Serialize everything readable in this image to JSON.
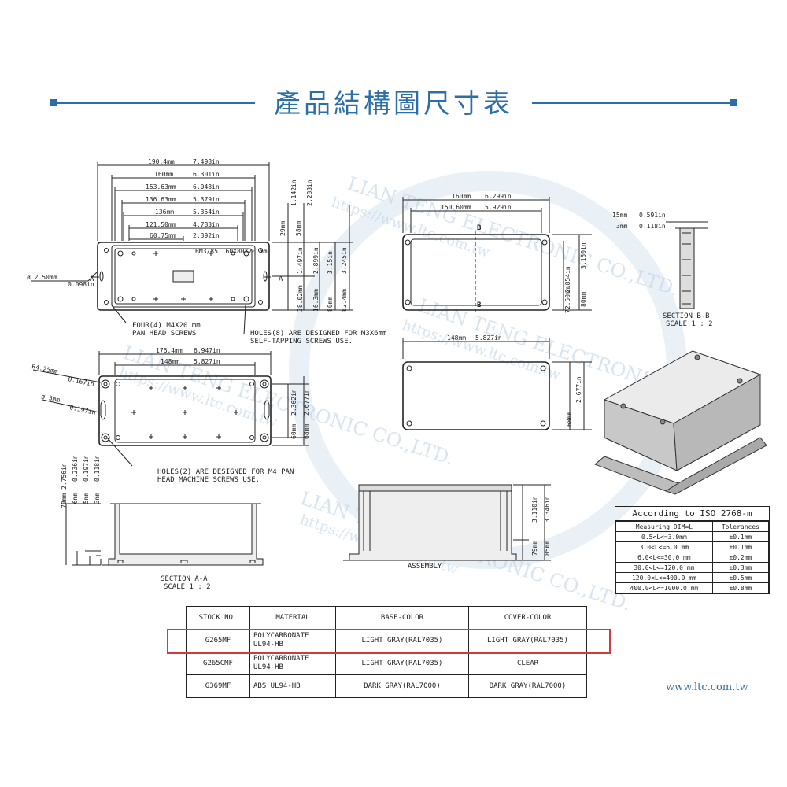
{
  "header": {
    "title": "產品結構圖尺寸表",
    "accent": "#2c6fa8"
  },
  "watermark": {
    "company": "LIAN TENG ELECTRONIC CO.,LTD.",
    "url": "https://www.ltc.com.tw"
  },
  "top_view": {
    "widths": [
      {
        "mm": "190.4mm",
        "in": "7.498in"
      },
      {
        "mm": "160mm",
        "in": "6.301in"
      },
      {
        "mm": "153.63mm",
        "in": "6.048in"
      },
      {
        "mm": "136.63mm",
        "in": "5.379in"
      },
      {
        "mm": "136mm",
        "in": "5.354in"
      },
      {
        "mm": "121.50mm",
        "in": "4.783in"
      },
      {
        "mm": "60.75mm",
        "in": "2.392in"
      }
    ],
    "heights": [
      "29mm",
      "1.142in",
      "58mm",
      "2.283in",
      "1.497in",
      "2.899in",
      "3.15in",
      "3.245in",
      "38.02mm",
      "16.3mm",
      "80mm",
      "82.4mm"
    ],
    "hole_dia": {
      "mm": "ø 2.50mm",
      "in": "0.098in"
    },
    "section_mark": "A",
    "plate_text": "BM3/85 160X80X70 mm",
    "note_screws": [
      "FOUR(4) M4X20 mm",
      "PAN HEAD SCREWS"
    ],
    "note_holes": [
      "HOLES(8) ARE DESIGNED FOR M3X6mm",
      "SELF-TAPPING SCREWS USE."
    ]
  },
  "inner_view": {
    "widths": [
      {
        "mm": "160mm",
        "in": "6.299in"
      },
      {
        "mm": "150.60mm",
        "in": "5.929in"
      }
    ],
    "heights": [
      "2.854in",
      "3.150in",
      "72.50mm",
      "80mm"
    ],
    "section_mark": "B"
  },
  "section_bb": {
    "dims": [
      {
        "mm": "15mm",
        "in": "0.591in"
      },
      {
        "mm": "3mm",
        "in": "0.118in"
      }
    ],
    "label": "SECTION  B-B",
    "scale": "SCALE  1 : 2"
  },
  "bottom_view": {
    "widths": [
      {
        "mm": "176.4mm",
        "in": "6.947in"
      },
      {
        "mm": "148mm",
        "in": "5.827in"
      }
    ],
    "heights": [
      "2.362in",
      "2.677in",
      "60mm",
      "68mm"
    ],
    "radius": {
      "mm": "R4.25mm",
      "in": "0.167in"
    },
    "slot": {
      "mm": "ø 5mm",
      "in": "0.197in"
    },
    "note_holes": [
      "HOLES(2) ARE DESIGNED FOR M4 PAN",
      "HEAD MACHINE SCREWS USE."
    ]
  },
  "lid_view": {
    "width": {
      "mm": "148mm",
      "in": "5.827in"
    },
    "heights": [
      "2.677in",
      "68mm"
    ]
  },
  "section_aa": {
    "dims": [
      "2.756in",
      "0.236in",
      "0.197in",
      "0.118in",
      "70mm",
      "6mm",
      "5mm",
      "3mm"
    ],
    "label": "SECTION  A-A",
    "scale": "SCALE  1 : 2"
  },
  "assembly": {
    "dims": [
      "3.110in",
      "3.346in",
      "79mm",
      "85mm"
    ],
    "label": "ASSEMBLY"
  },
  "tolerance": {
    "title": "According to ISO 2768-m",
    "headers": [
      "Measuring  DIM=L",
      "Tolerances"
    ],
    "rows": [
      [
        "0.5<L<=3.0mm",
        "±0.1mm"
      ],
      [
        "3.0<L<=6.0  mm",
        "±0.1mm"
      ],
      [
        "6.0<L<=30.0  mm",
        "±0.2mm"
      ],
      [
        "30.0<L<=120.0  mm",
        "±0.3mm"
      ],
      [
        "120.0<L<=400.0  mm",
        "±0.5mm"
      ],
      [
        "400.0<L<=1000.0  mm",
        "±0.8mm"
      ]
    ]
  },
  "stock_table": {
    "headers": [
      "STOCK NO.",
      "MATERIAL",
      "BASE-COLOR",
      "COVER-COLOR"
    ],
    "rows": [
      {
        "stock": "G265MF",
        "material": [
          "POLYCARBONATE",
          "UL94-HB"
        ],
        "base": "LIGHT GRAY(RAL7035)",
        "cover": "LIGHT GRAY(RAL7035)"
      },
      {
        "stock": "G265CMF",
        "material": [
          "POLYCARBONATE",
          "UL94-HB"
        ],
        "base": "LIGHT GRAY(RAL7035)",
        "cover": "CLEAR"
      },
      {
        "stock": "G369MF",
        "material": [
          "ABS UL94-HB"
        ],
        "base": "DARK GRAY(RAL7000)",
        "cover": "DARK GRAY(RAL7000)"
      }
    ],
    "highlight_color": "#d23b3b"
  },
  "footer": {
    "site": "www.ltc.com.tw"
  }
}
